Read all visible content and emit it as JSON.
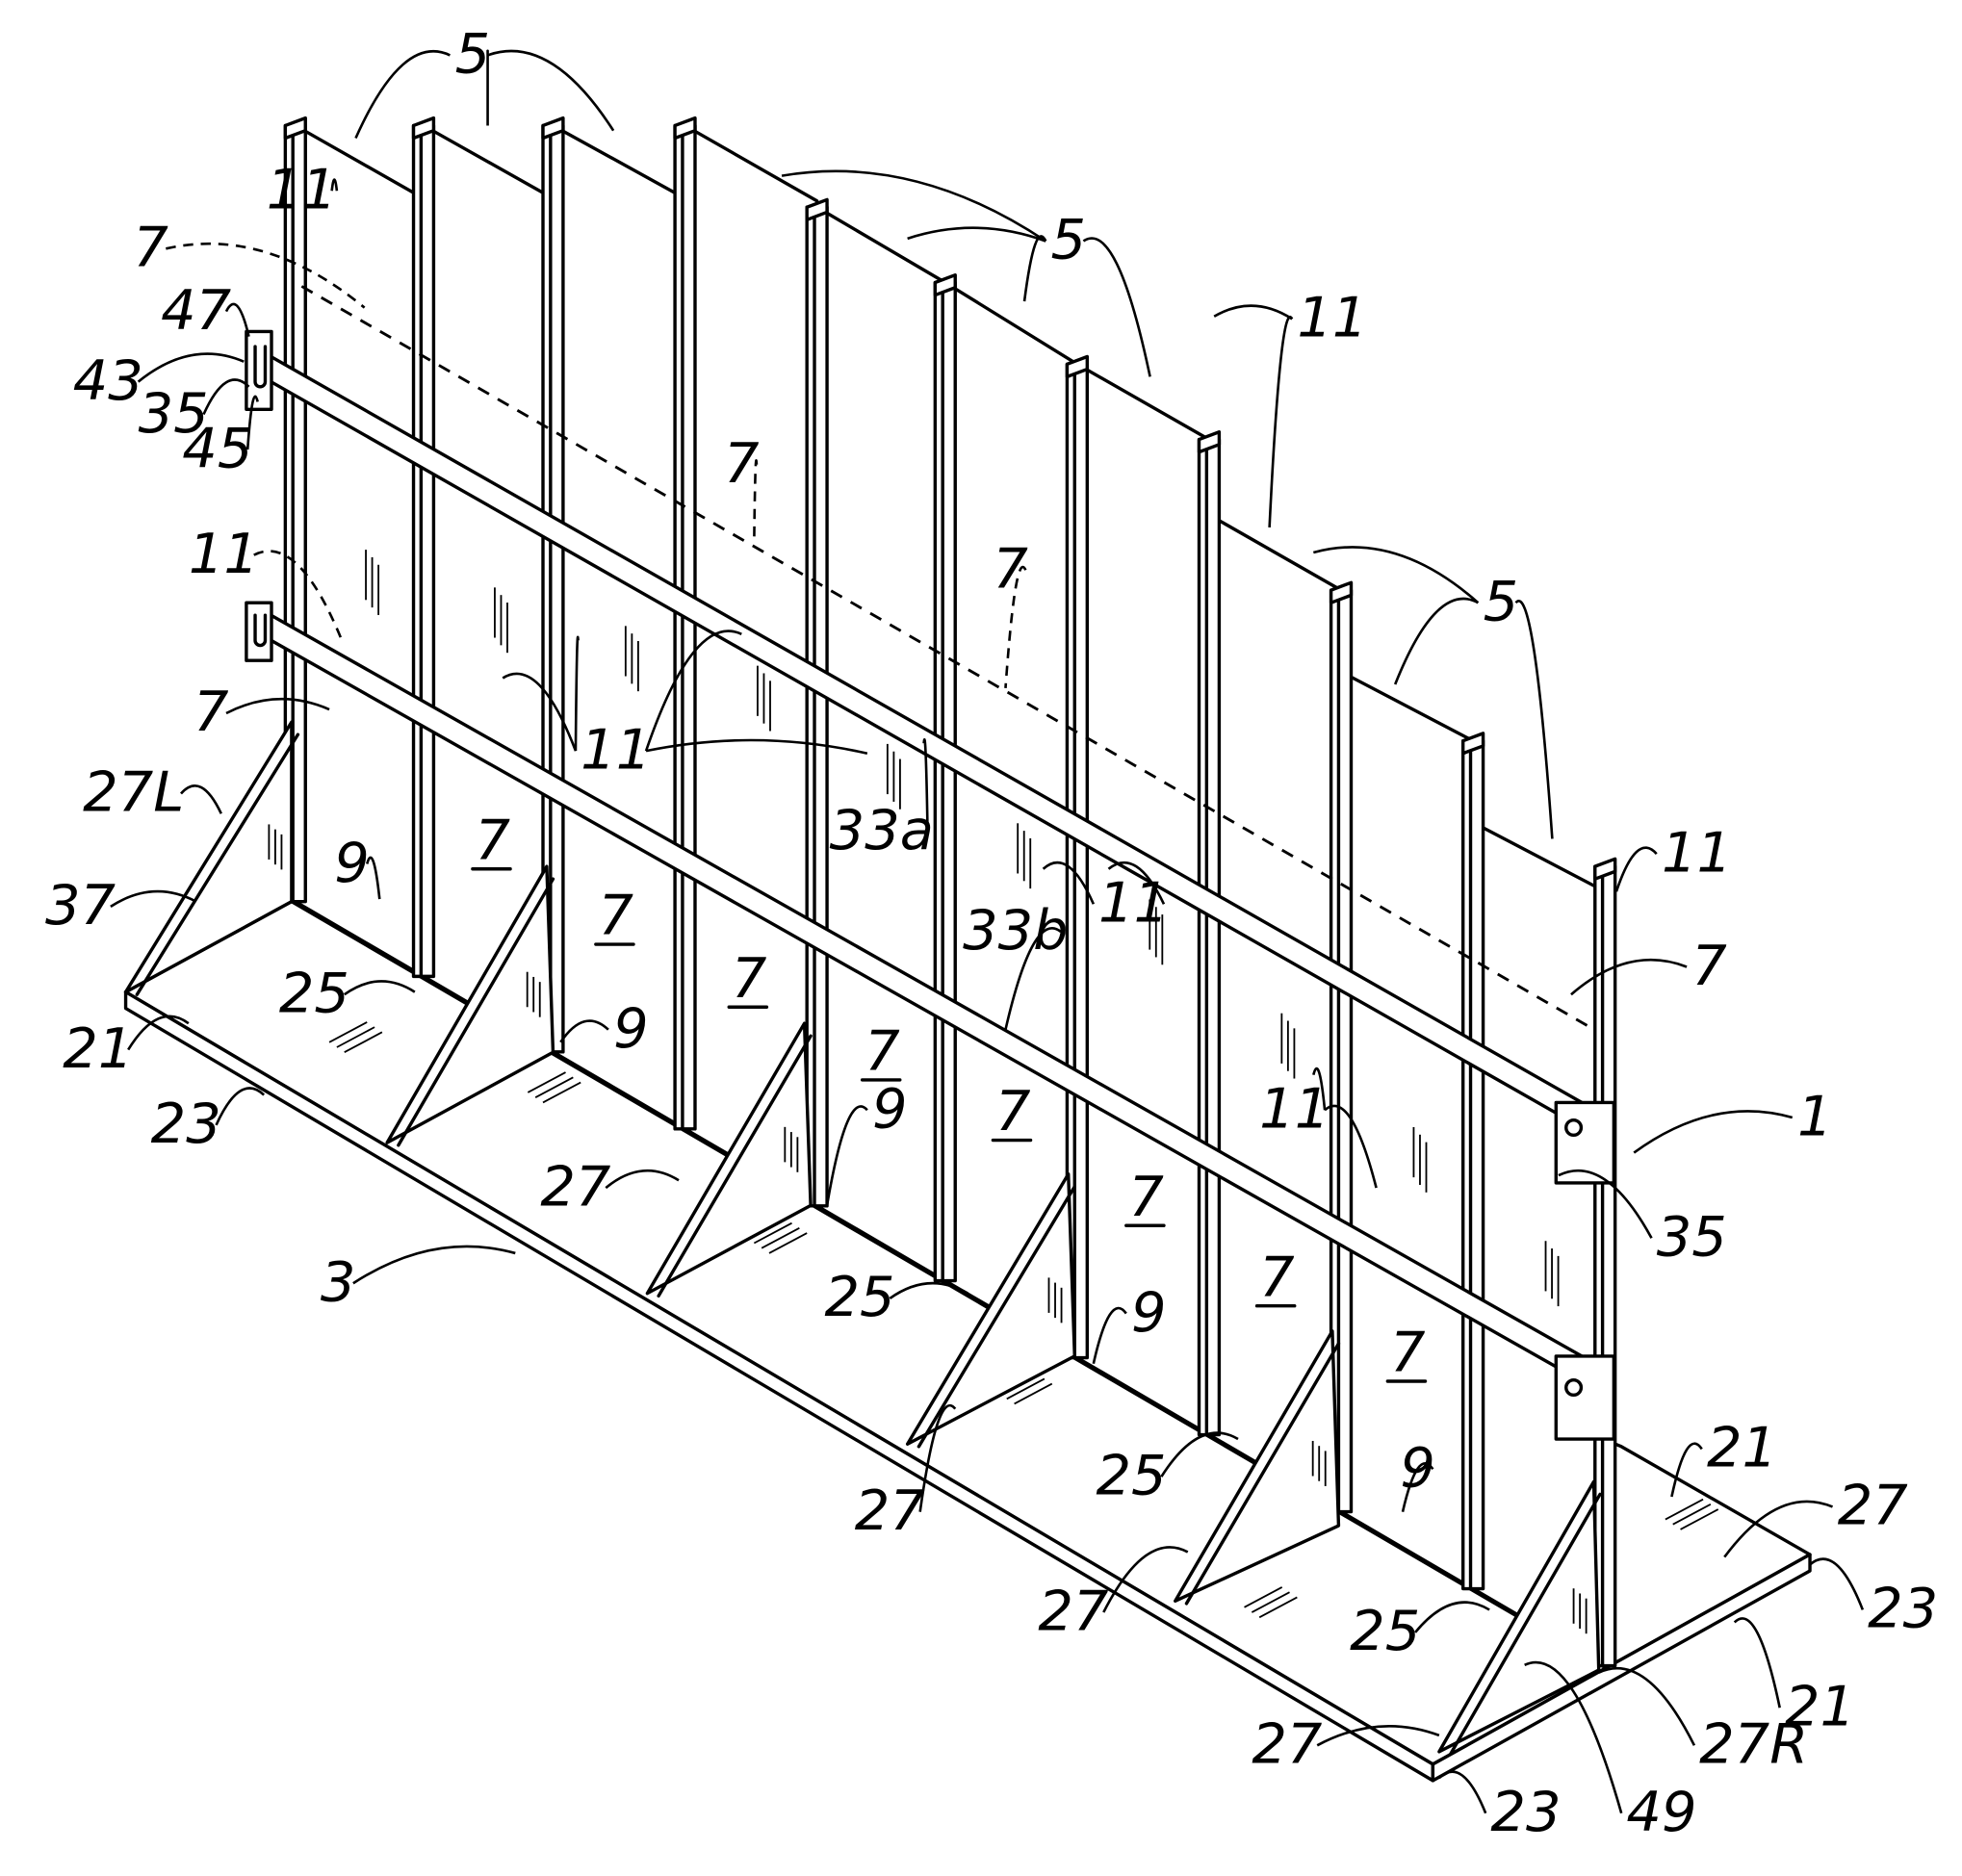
{
  "reference_numerals": [
    "5",
    "5",
    "5",
    "11",
    "7",
    "47",
    "43",
    "35",
    "45",
    "11",
    "7",
    "27L",
    "37",
    "9",
    "25",
    "21",
    "23",
    "27",
    "3",
    "11",
    "33a",
    "33b",
    "11",
    "11",
    "25",
    "25",
    "25",
    "27",
    "27",
    "27",
    "35",
    "1",
    "7",
    "11",
    "11",
    "7",
    "7",
    "21",
    "27",
    "23",
    "21",
    "27R",
    "49",
    "23",
    "9",
    "9",
    "9",
    "9"
  ],
  "underlined_numerals": [
    "7",
    "7",
    "7",
    "7",
    "7",
    "7",
    "7",
    "7"
  ]
}
